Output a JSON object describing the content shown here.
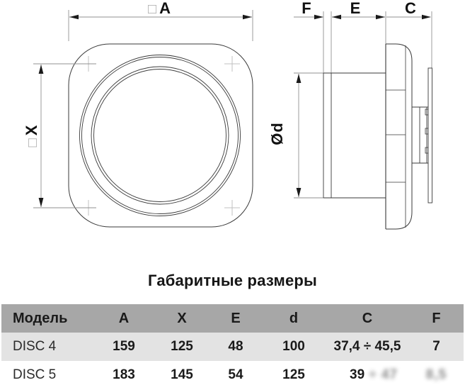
{
  "diagram": {
    "front_view": {
      "label_a": {
        "symbol": "□",
        "letter": "A"
      },
      "label_x": {
        "symbol": "□",
        "letter": "X"
      }
    },
    "side_view": {
      "label_f": "F",
      "label_e": "E",
      "label_c": "C",
      "label_d": {
        "symbol": "Ø",
        "letter": "d"
      }
    }
  },
  "section_title": "Габаритные размеры",
  "table": {
    "columns": [
      "Модель",
      "A",
      "X",
      "E",
      "d",
      "C",
      "F"
    ],
    "rows": [
      {
        "model": "DISC 4",
        "A": "159",
        "X": "125",
        "E": "48",
        "d": "100",
        "C": "37,4 ÷ 45,5",
        "F": "7"
      },
      {
        "model": "DISC 5",
        "A": "183",
        "X": "145",
        "E": "54",
        "d": "125",
        "C": "39",
        "C_blurred": "÷ 47",
        "F_blurred": "8,5"
      }
    ]
  },
  "colors": {
    "header_bg": "#a7a7a7",
    "row_alt_bg": "#e3e3e3",
    "row_bg": "#ffffff",
    "drawing_line": "#3a3a3a",
    "dimension_line": "#919191",
    "crosshair": "#c0c0c0",
    "text": "#111111"
  }
}
